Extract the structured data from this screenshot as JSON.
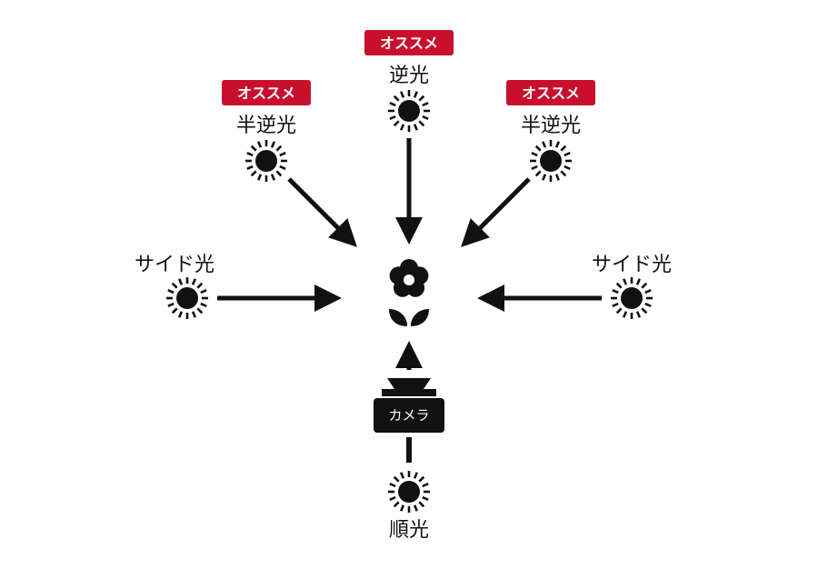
{
  "colors": {
    "ink": "#111111",
    "badge": "#c8102e",
    "badge_text": "#ffffff",
    "background": "#ffffff"
  },
  "badge_text": "オススメ",
  "lights": {
    "back": {
      "label": "逆光",
      "recommended": true
    },
    "semi_back_left": {
      "label": "半逆光",
      "recommended": true
    },
    "semi_back_right": {
      "label": "半逆光",
      "recommended": true
    },
    "side_left": {
      "label": "サイド光",
      "recommended": false
    },
    "side_right": {
      "label": "サイド光",
      "recommended": false
    },
    "front": {
      "label": "順光",
      "recommended": false
    }
  },
  "camera": {
    "label": "カメラ"
  },
  "icons": {
    "sun": "sun-icon",
    "subject": "flower-icon",
    "camera": "camera-icon",
    "arrow": "arrow-icon"
  }
}
